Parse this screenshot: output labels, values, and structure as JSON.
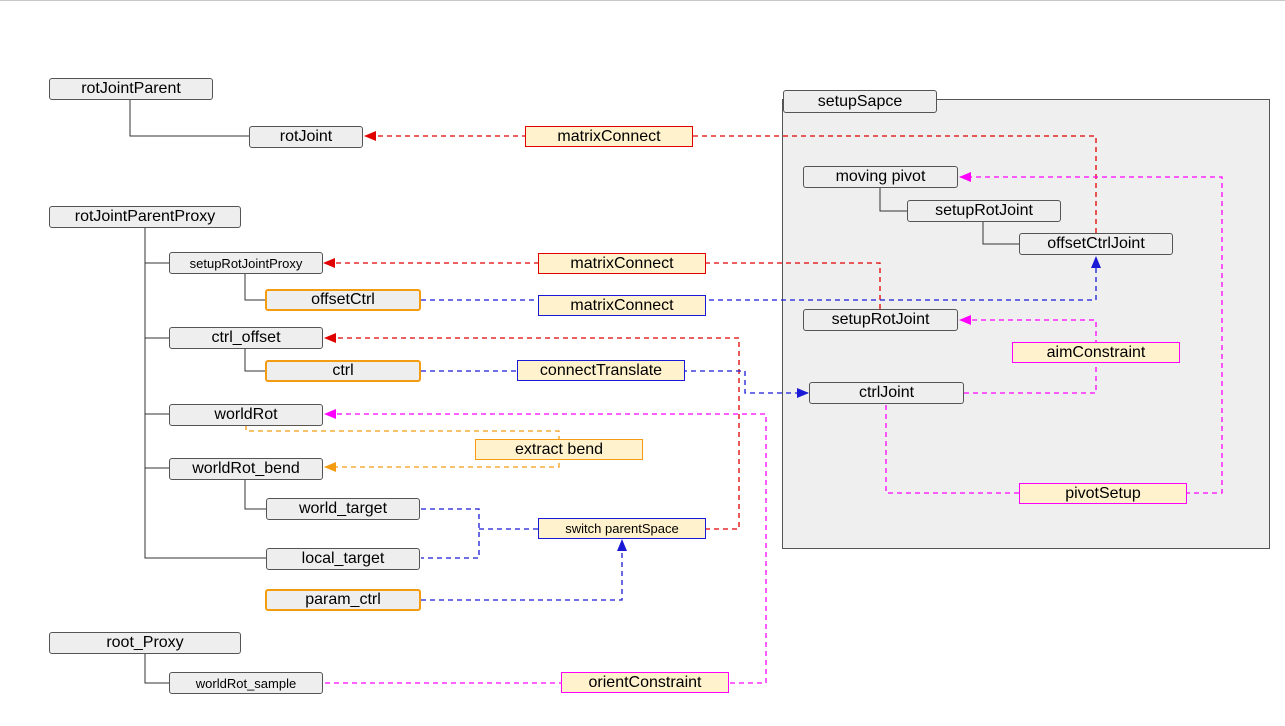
{
  "nodes": {
    "rot_joint_parent": "rotJointParent",
    "rot_joint": "rotJoint",
    "rot_joint_parent_proxy": "rotJointParentProxy",
    "setup_rot_joint_proxy": "setupRotJointProxy",
    "offset_ctrl": "offsetCtrl",
    "ctrl_offset": "ctrl_offset",
    "ctrl": "ctrl",
    "world_rot": "worldRot",
    "world_rot_bend": "worldRot_bend",
    "world_target": "world_target",
    "local_target": "local_target",
    "param_ctrl": "param_ctrl",
    "root_proxy": "root_Proxy",
    "world_rot_sample": "worldRot_sample"
  },
  "setup_space": {
    "title": "setupSapce",
    "moving_pivot": "moving pivot",
    "setup_rot_joint_a": "setupRotJoint",
    "offset_ctrl_joint": "offsetCtrlJoint",
    "setup_rot_joint_b": "setupRotJoint",
    "ctrl_joint": "ctrlJoint"
  },
  "connections": {
    "matrix_connect_1": "matrixConnect",
    "matrix_connect_2": "matrixConnect",
    "matrix_connect_3": "matrixConnect",
    "connect_translate": "connectTranslate",
    "extract_bend": "extract bend",
    "switch_parent_space": "switch parentSpace",
    "orient_constraint": "orientConstraint",
    "aim_constraint": "aimConstraint",
    "pivot_setup": "pivotSetup"
  },
  "colors": {
    "red": "#e00000",
    "blue": "#1a1ad6",
    "orange": "#f39c12",
    "magenta": "#ff00ff",
    "node_fill": "#eeeeee",
    "label_fill": "#fff2cc",
    "group_fill": "#efefef"
  }
}
